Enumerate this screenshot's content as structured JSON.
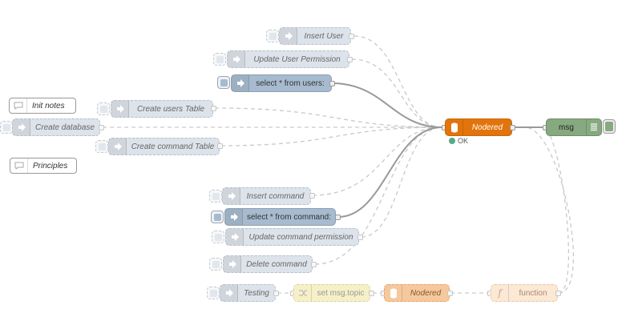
{
  "workspace": {
    "inject_nodes": {
      "insert_user": "Insert User",
      "update_user_permission": "Update User Permission",
      "select_users": "select * from users:",
      "create_users_table": "Create users Table",
      "create_database": "Create database",
      "create_command_table": "Create command Table",
      "insert_command": "Insert command",
      "select_command": "select * from command:",
      "update_command_permission": "Update command permission",
      "delete_command": "Delete command",
      "testing": "Testing"
    },
    "comments": {
      "init_notes": "Init notes",
      "principles": "Principles"
    },
    "db_node": {
      "label": "Nodered",
      "status": "OK",
      "status_color": "#5aaa88"
    },
    "debug_node": {
      "label": "msg"
    },
    "change_node": {
      "label": "set msg.topic"
    },
    "db_node_disabled": {
      "label": "Nodered"
    },
    "function_node": {
      "label": "function"
    },
    "colors": {
      "inject": "#a6bbcf",
      "database": "#e2740c",
      "debug": "#87a980",
      "wire": "#999999"
    }
  }
}
